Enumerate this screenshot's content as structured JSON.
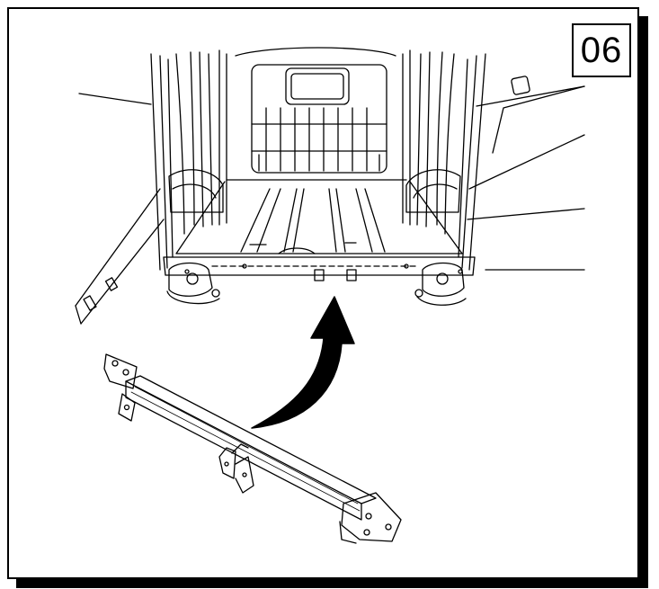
{
  "step": {
    "number": "06"
  },
  "colors": {
    "line": "#000000",
    "background": "#ffffff"
  },
  "icons": [
    "van-rear-cargo-area",
    "curved-arrow-icon",
    "tow-bar-crossmember"
  ]
}
